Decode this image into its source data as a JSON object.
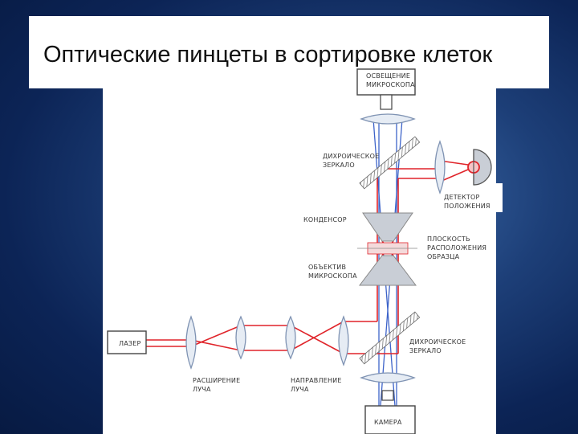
{
  "slide": {
    "title": "Оптические пинцеты в сортировке клеток"
  },
  "diagram": {
    "labels": {
      "illumination": [
        "ОСВЕЩЕНИЕ",
        "МИКРОСКОПА"
      ],
      "dichroic_top": [
        "ДИХРОИЧЕСКОЕ",
        "ЗЕРКАЛО"
      ],
      "position_detector": [
        "ДЕТЕКТОР",
        "ПОЛОЖЕНИЯ"
      ],
      "condenser": [
        "КОНДЕНСОР"
      ],
      "sample_plane": [
        "ПЛОСКОСТЬ",
        "РАСПОЛОЖЕНИЯ",
        "ОБРАЗЦА"
      ],
      "objective": [
        "ОБЪЕКТИВ",
        "МИКРОСКОПА"
      ],
      "laser": [
        "ЛАЗЕР"
      ],
      "dichroic_bottom": [
        "ДИХРОИЧЕСКОЕ",
        "ЗЕРКАЛО"
      ],
      "beam_expansion": [
        "РАСШИРЕНИЕ",
        "ЛУЧА"
      ],
      "beam_steering": [
        "НАПРАВЛЕНИЕ",
        "ЛУЧА"
      ],
      "camera": [
        "КАМЕРА"
      ]
    },
    "colors": {
      "laser_beam": "#e0242a",
      "light_path": "#3d63c9",
      "lens_fill": "#e6ecf4",
      "lens_stroke": "#7f93b3",
      "component_fill": "#c9ced6"
    }
  }
}
